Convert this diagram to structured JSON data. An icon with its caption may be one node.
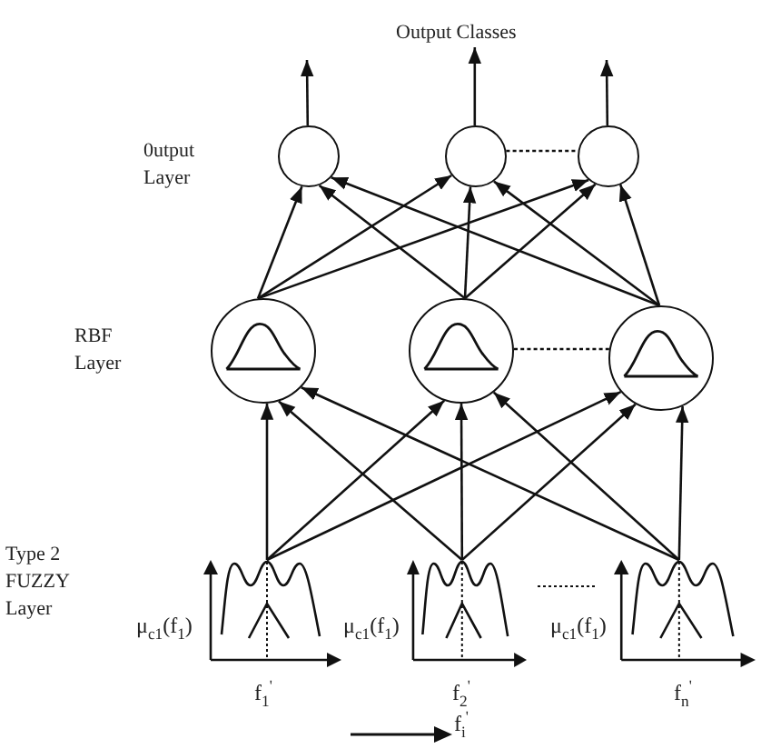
{
  "diagram": {
    "nodes": [
      {
        "text": [
          "Output Classes"
        ]
      },
      {
        "text": [],
        "shape": "circle"
      },
      {
        "text": [],
        "shape": "circle"
      },
      {
        "text": [],
        "shape": "circle"
      },
      {
        "text": [],
        "shape": "circle"
      },
      {
        "text": [],
        "shape": "circle"
      },
      {
        "text": [],
        "shape": "circle"
      },
      {
        "text": [],
        "shape": "picture",
        "beside": [
          "μ$_{c1}$(f$_{1}$)",
          "f$_{1}$$^{'}$"
        ]
      },
      {
        "text": [],
        "shape": "picture",
        "beside": [
          "μ$_{c1}$(f$_{1}$)",
          "f$_{2}$$^{'}$"
        ]
      },
      {
        "text": [],
        "shape": "picture",
        "beside": [
          "μ$_{c1}$(f$_{1}$)",
          "f$_{n}$$^{'}$"
        ]
      }
    ],
    "edges": [
      {
        "from": 1,
        "to": null,
        "arrow": "to"
      },
      {
        "from": 2,
        "to": 0,
        "arrow": "to"
      },
      {
        "from": 3,
        "to": null,
        "arrow": "to"
      },
      {
        "from": 2,
        "to": 3,
        "arrow": "none",
        "style": "dashed"
      },
      {
        "from": 4,
        "to": 1,
        "arrow": "to"
      },
      {
        "from": 4,
        "to": 2,
        "arrow": "to"
      },
      {
        "from": 4,
        "to": 3,
        "arrow": "to"
      },
      {
        "from": 5,
        "to": 1,
        "arrow": "to"
      },
      {
        "from": 5,
        "to": 2,
        "arrow": "to"
      },
      {
        "from": 5,
        "to": 3,
        "arrow": "to"
      },
      {
        "from": 6,
        "to": 1,
        "arrow": "to"
      },
      {
        "from": 6,
        "to": 2,
        "arrow": "to"
      },
      {
        "from": 6,
        "to": 3,
        "arrow": "to"
      },
      {
        "from": 5,
        "to": 6,
        "arrow": "none",
        "style": "dashed"
      },
      {
        "from": 7,
        "to": 4,
        "arrow": "to"
      },
      {
        "from": 7,
        "to": 5,
        "arrow": "to"
      },
      {
        "from": 7,
        "to": 6,
        "arrow": "to"
      },
      {
        "from": 8,
        "to": 4,
        "arrow": "to"
      },
      {
        "from": 8,
        "to": 5,
        "arrow": "to"
      },
      {
        "from": 8,
        "to": 6,
        "arrow": "to"
      },
      {
        "from": 9,
        "to": 4,
        "arrow": "to"
      },
      {
        "from": 9,
        "to": 5,
        "arrow": "to"
      },
      {
        "from": 9,
        "to": 6,
        "arrow": "to"
      }
    ],
    "labels": [
      "0utput Layer",
      "RBF Layer",
      "Type 2 FUZZY Layer",
      "f$_{i}$$^{'}$"
    ]
  }
}
